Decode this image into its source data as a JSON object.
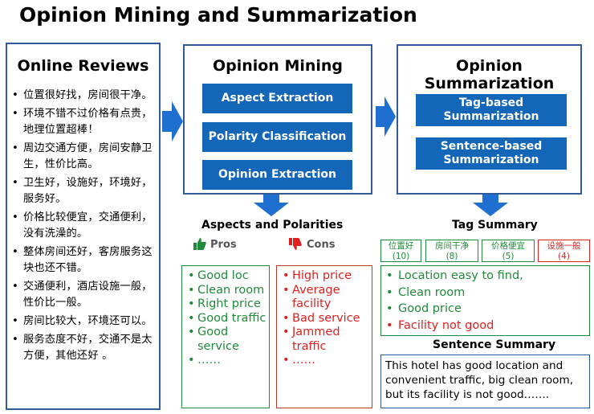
{
  "title": "Opinion Mining and Summarization",
  "online_reviews": {
    "heading": "Online Reviews",
    "items": [
      "位置很好找，房间很干净。",
      "环境不错不过价格有点贵，地理位置超棒！",
      "周边交通方便，房间安静卫生，性价比高。",
      "卫生好，设施好，环境好，服务好。",
      "价格比较便宜，交通便利，没有洗澡的。",
      "整体房间还好，客房服务这块也还不错。",
      "交通便利，酒店设施一般，性价比一般。",
      "房间比较大，环境还可以。",
      "服务态度不好，交通不是太方便，其他还好 。"
    ]
  },
  "opinion_mining": {
    "heading": "Opinion Mining",
    "steps": [
      "Aspect Extraction",
      "Polarity Classification",
      "Opinion Extraction"
    ]
  },
  "opinion_summarization": {
    "heading": "Opinion Summarization",
    "methods": [
      "Tag-based Summarization",
      "Sentence-based Summarization"
    ]
  },
  "aspects": {
    "heading": "Aspects and Polarities",
    "pros_label": "Pros",
    "cons_label": "Cons",
    "pros": [
      "Good loc",
      "Clean room",
      "Right price",
      "Good traffic",
      "Good service",
      "……"
    ],
    "cons": [
      "High price",
      "Average facility",
      "Bad service",
      "Jammed traffic",
      "……"
    ]
  },
  "tag_summary": {
    "heading": "Tag Summary",
    "tags": [
      {
        "label": "位置好",
        "count": "(10)"
      },
      {
        "label": "房间干净",
        "count": "(8)"
      },
      {
        "label": "价格便宜",
        "count": "(5)"
      },
      {
        "label": "设施一般",
        "count": "(4)"
      }
    ],
    "items": [
      "Location easy to find,",
      "Clean room",
      "Good price",
      "Facility not good"
    ]
  },
  "sentence_summary": {
    "heading": "Sentence Summary",
    "text": "This hotel has good location and convenient traffic, big clean room, but its facility is not good……."
  },
  "colors": {
    "panel_border": "#2f5b9a",
    "button_blue": "#1466b8",
    "arrow_blue": "#1f6fd1",
    "positive": "#1f8a3a",
    "negative": "#e02020"
  }
}
